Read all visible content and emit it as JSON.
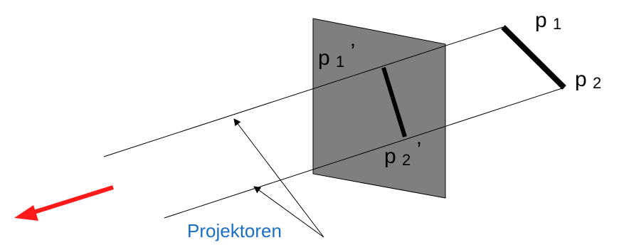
{
  "labels": {
    "p1_base": "p",
    "p1_sub": "1",
    "p2_base": "p",
    "p2_sub": "2",
    "p1_proj_base": "p",
    "p1_proj_sub": "1",
    "p1_proj_prime": "’",
    "p2_proj_base": "p",
    "p2_proj_sub": "2",
    "p2_proj_prime": "’",
    "projectors": "Projektoren"
  },
  "colors": {
    "plane": "#7f7f7f",
    "line": "#000000",
    "segment": "#000000",
    "direction_arrow": "#ff1a1a",
    "caption": "#1a6ec8"
  }
}
